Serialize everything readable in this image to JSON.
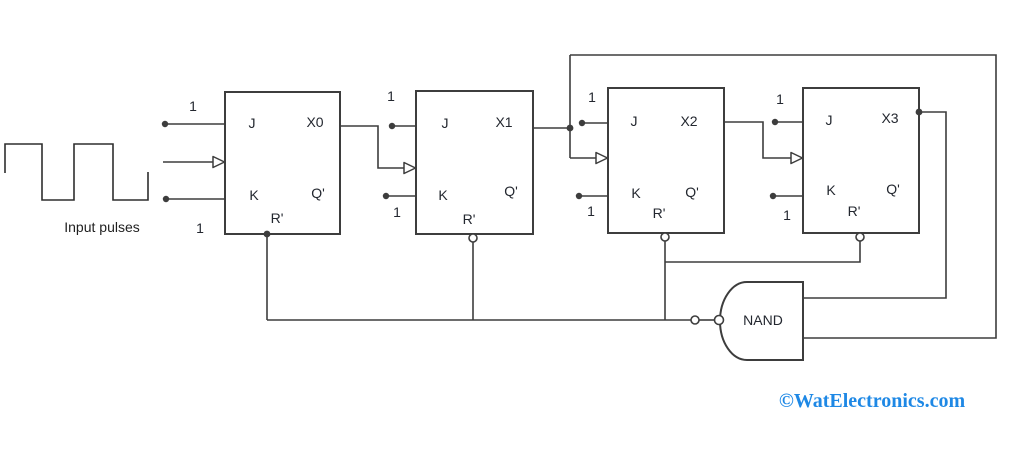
{
  "diagram": {
    "caption": "Input pulses",
    "watermark": "©WatElectronics.com",
    "gate": {
      "label": "NAND"
    },
    "flip_flops": [
      {
        "j": "J",
        "k": "K",
        "reset": "R'",
        "output": "X0",
        "q_bar": "Q'",
        "j_input": "1",
        "k_input": "1"
      },
      {
        "j": "J",
        "k": "K",
        "reset": "R'",
        "output": "X1",
        "q_bar": "Q'",
        "j_input": "1",
        "k_input": "1"
      },
      {
        "j": "J",
        "k": "K",
        "reset": "R'",
        "output": "X2",
        "q_bar": "Q'",
        "j_input": "1",
        "k_input": "1"
      },
      {
        "j": "J",
        "k": "K",
        "reset": "R'",
        "output": "X3",
        "q_bar": "Q'",
        "j_input": "1",
        "k_input": "1"
      }
    ],
    "colors": {
      "wire": "#3d3d3d",
      "label": "#23272f",
      "watermark": "#1e88e5"
    }
  }
}
